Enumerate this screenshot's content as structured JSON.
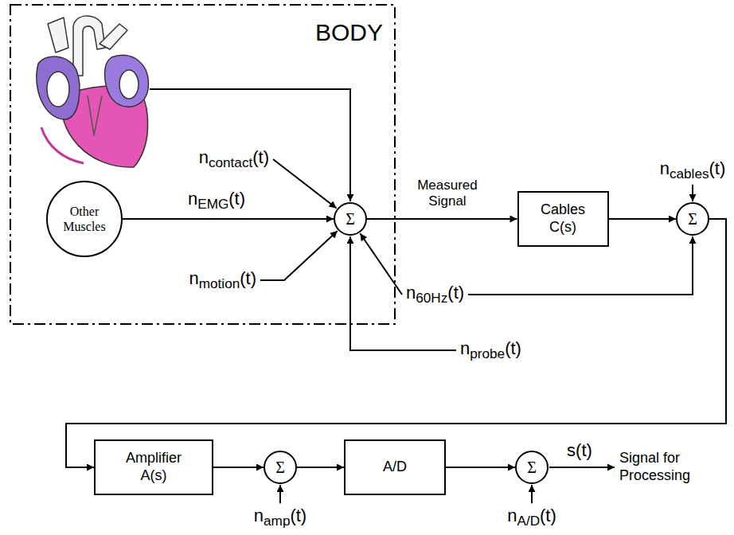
{
  "diagram": {
    "nodes": [
      {
        "text": [
          "BODY"
        ]
      },
      {
        "text": [
          "Other Muscles"
        ],
        "in": 0
      },
      {
        "text": [
          "Σ"
        ],
        "in": 0
      },
      {
        "text": [
          "Cables C(s)"
        ]
      },
      {
        "text": [
          "Σ"
        ]
      },
      {
        "text": [
          "Amplifier A(s)"
        ]
      },
      {
        "text": [
          "Σ"
        ]
      },
      {
        "text": [
          "A/D"
        ]
      },
      {
        "text": [
          "Σ"
        ]
      }
    ],
    "edges": [
      {
        "from": 1,
        "to": 2,
        "arrow": "to",
        "label": "nEMG(t)"
      },
      {
        "from": 2,
        "to": 3,
        "arrow": "to",
        "label": "Measured Signal"
      },
      {
        "from": 3,
        "to": 4,
        "arrow": "to"
      },
      {
        "from": 4,
        "to": 5,
        "arrow": "to"
      },
      {
        "from": 5,
        "to": 6,
        "arrow": "to"
      },
      {
        "from": 6,
        "to": 7,
        "arrow": "to"
      },
      {
        "from": 7,
        "to": 8,
        "arrow": "to"
      }
    ],
    "labels": [
      "ncontact(t)",
      "nmotion(t)",
      "n60Hz(t)",
      "nprobe(t)",
      "ncables(t)",
      "namp(t)",
      "nA/D(t)",
      "s(t)",
      "Signal for Processing"
    ]
  }
}
